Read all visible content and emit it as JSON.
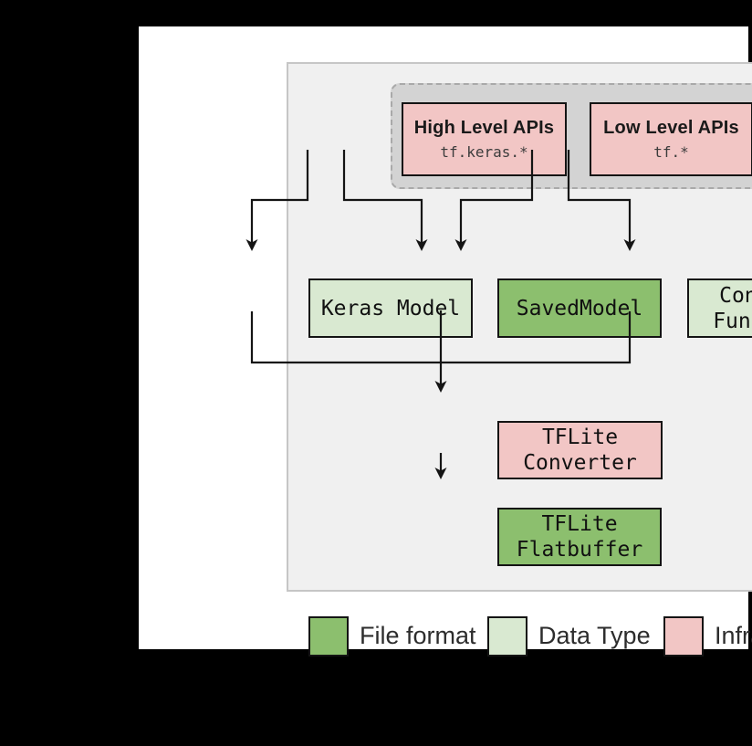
{
  "diagram": {
    "api_group": {
      "high_level": {
        "title": "High Level APIs",
        "code": "tf.keras.*"
      },
      "low_level": {
        "title": "Low Level APIs",
        "code": "tf.*"
      }
    },
    "nodes": {
      "keras_model": {
        "label": "Keras Model"
      },
      "saved_model": {
        "label": "SavedModel"
      },
      "concrete_functions": {
        "line1": "Concrete",
        "line2": "Functions"
      },
      "tflite_converter": {
        "line1": "TFLite",
        "line2": "Converter"
      },
      "tflite_flatbuffer": {
        "line1": "TFLite",
        "line2": "Flatbuffer"
      }
    },
    "legend": [
      {
        "label": "File format",
        "color": "#8cbf6e"
      },
      {
        "label": "Data Type",
        "color": "#d9e9d1"
      },
      {
        "label": "Infrastructure",
        "color": "#f2c6c5"
      }
    ],
    "colors": {
      "background": "#000000",
      "card": "#ffffff",
      "panel": "#f0f0f0",
      "panel_border": "#c6c6c6",
      "api_group_fill": "#d3d3d3",
      "api_group_border": "#a9a9a9",
      "infrastructure_pink": "#f2c6c5",
      "file_format_green": "#8cbf6e",
      "data_type_light_green": "#d9e9d1",
      "line_color": "#141414"
    }
  }
}
